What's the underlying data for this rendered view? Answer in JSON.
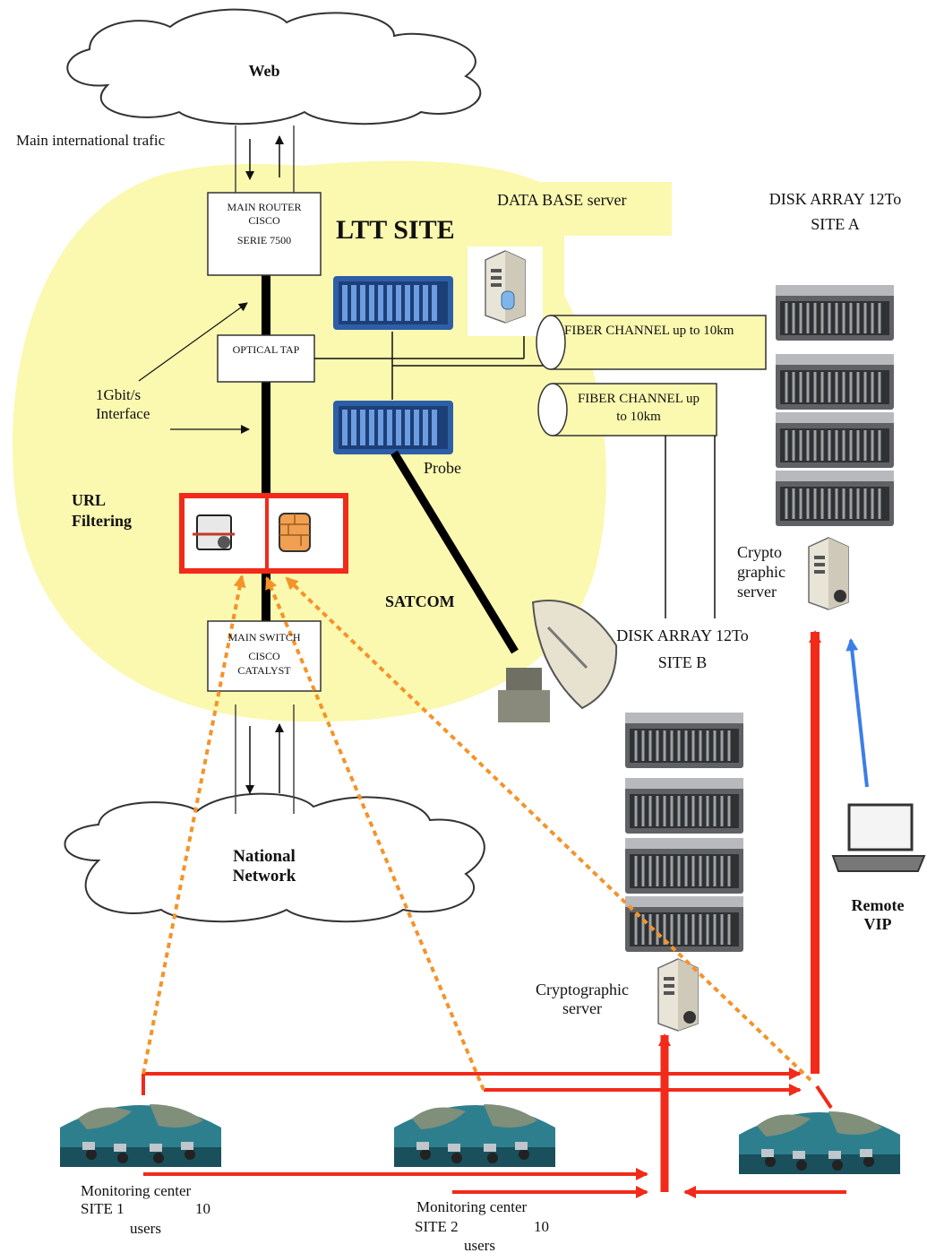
{
  "labels": {
    "web": "Web",
    "main_traffic": "Main international trafic",
    "ltt_site": "LTT SITE",
    "database_server": "DATA BASE server",
    "disk_array_a_line1": "DISK ARRAY 12To",
    "disk_array_a_line2": "SITE A",
    "main_router_line1": "MAIN ROUTER",
    "main_router_line2": "CISCO",
    "main_router_line3": "SERIE 7500",
    "optical_tap": "OPTICAL TAP",
    "fiber_channel_1": "FIBER CHANNEL up to 10km",
    "fiber_channel_2_line1": "FIBER CHANNEL up",
    "fiber_channel_2_line2": "to 10km",
    "interface_line1": "1Gbit/s",
    "interface_line2": "Interface",
    "probe": "Probe",
    "url_filtering_line1": "URL",
    "url_filtering_line2": "Filtering",
    "crypto_line1": "Crypto",
    "crypto_line2": "graphic",
    "crypto_line3": "server",
    "satcom": "SATCOM",
    "main_switch_line1": "MAIN SWITCH",
    "main_switch_line2": "CISCO",
    "main_switch_line3": "CATALYST",
    "disk_array_b_line1": "DISK ARRAY 12To",
    "disk_array_b_line2": "SITE B",
    "national_network_line1": "National",
    "national_network_line2": "Network",
    "remote_vip_line1": "Remote",
    "remote_vip_line2": "VIP",
    "cryptographic_server_line1": "Cryptographic",
    "cryptographic_server_line2": "server",
    "monitoring_1_line1": "Monitoring center",
    "monitoring_1_line2": "SITE 1",
    "monitoring_1_count": "10",
    "monitoring_1_line3": "users",
    "monitoring_2_line1": "Monitoring center",
    "monitoring_2_line2": "SITE 2",
    "monitoring_2_count": "10",
    "monitoring_2_line3": "users"
  },
  "colors": {
    "site_zone": "#fbf8b0",
    "red_arrow": "#f22a1a",
    "orange_dotted": "#f4932a",
    "blue_arrow": "#3b7ee8",
    "rack_blue": "#2d5ea8",
    "disk_gray": "#6b6d70"
  }
}
